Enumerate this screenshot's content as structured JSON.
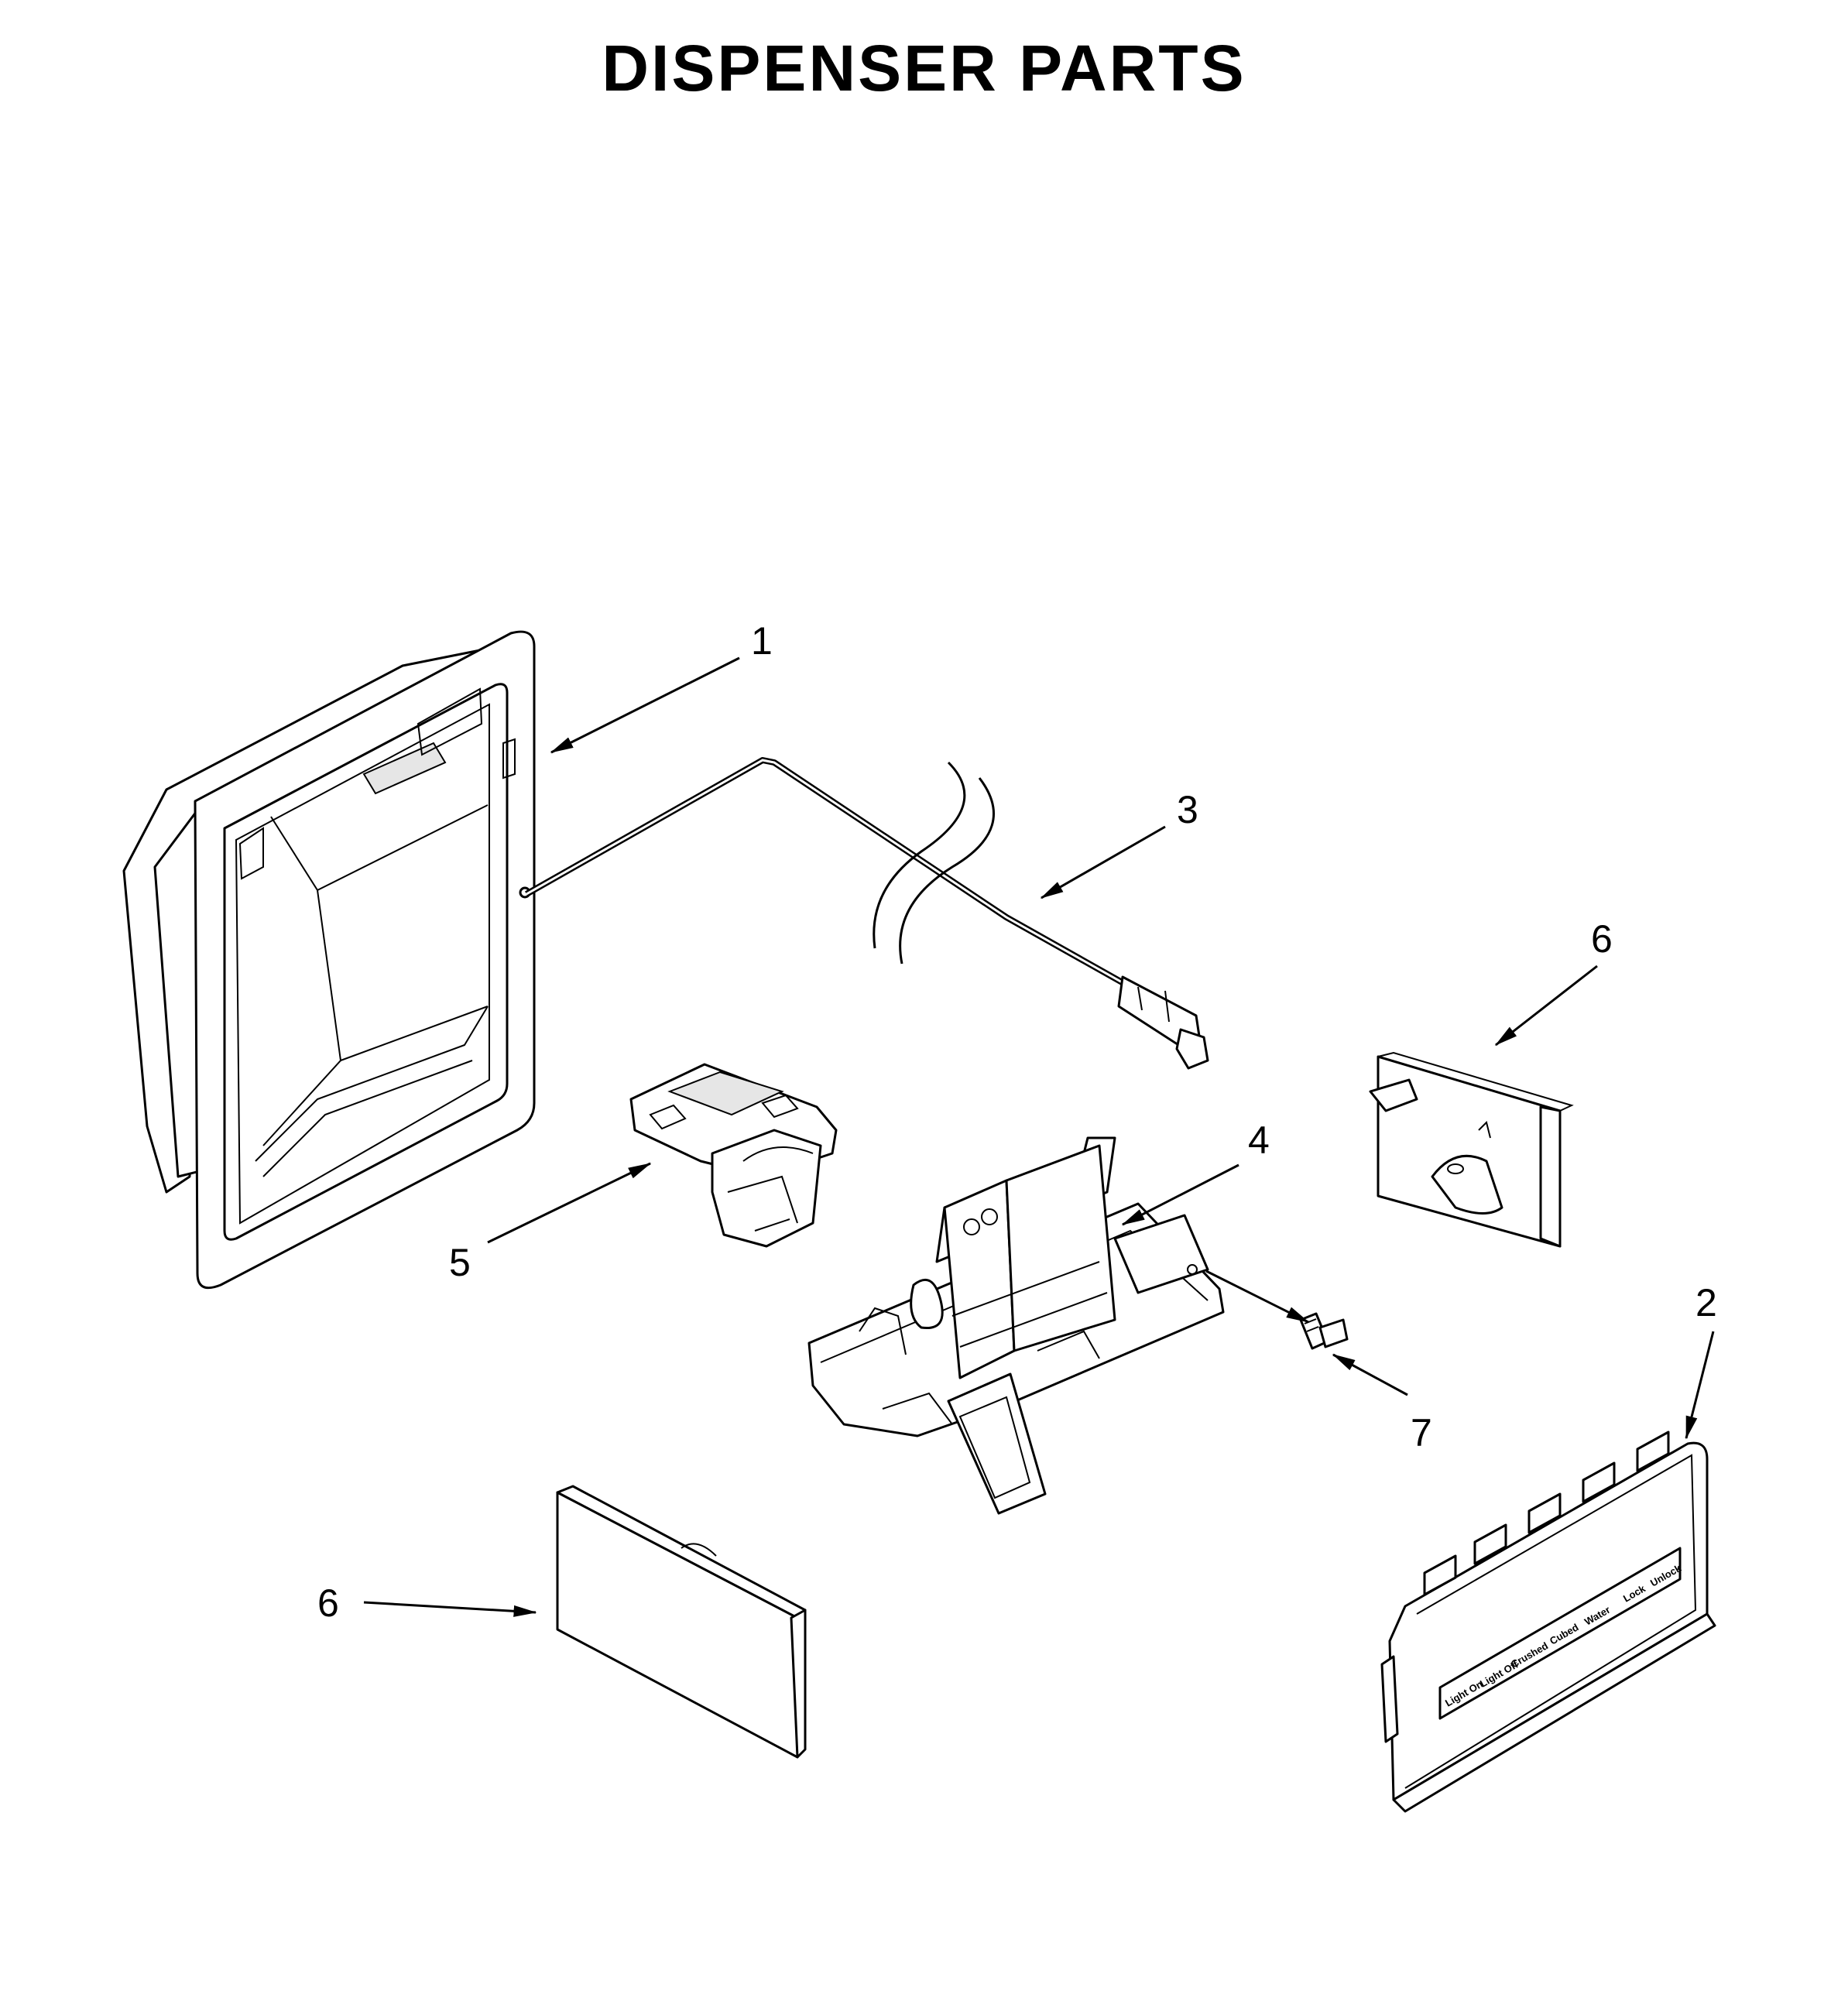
{
  "title": "DISPENSER PARTS",
  "callouts": [
    {
      "id": "c1",
      "label": "1"
    },
    {
      "id": "c2",
      "label": "2"
    },
    {
      "id": "c3",
      "label": "3"
    },
    {
      "id": "c4",
      "label": "4"
    },
    {
      "id": "c5",
      "label": "5"
    },
    {
      "id": "c6a",
      "label": "6"
    },
    {
      "id": "c6b",
      "label": "6"
    },
    {
      "id": "c7",
      "label": "7"
    }
  ],
  "panel_labels": [
    "Light On",
    "Light Off",
    "Crushed",
    "Cubed",
    "Water",
    "Lock",
    "Unlock"
  ]
}
